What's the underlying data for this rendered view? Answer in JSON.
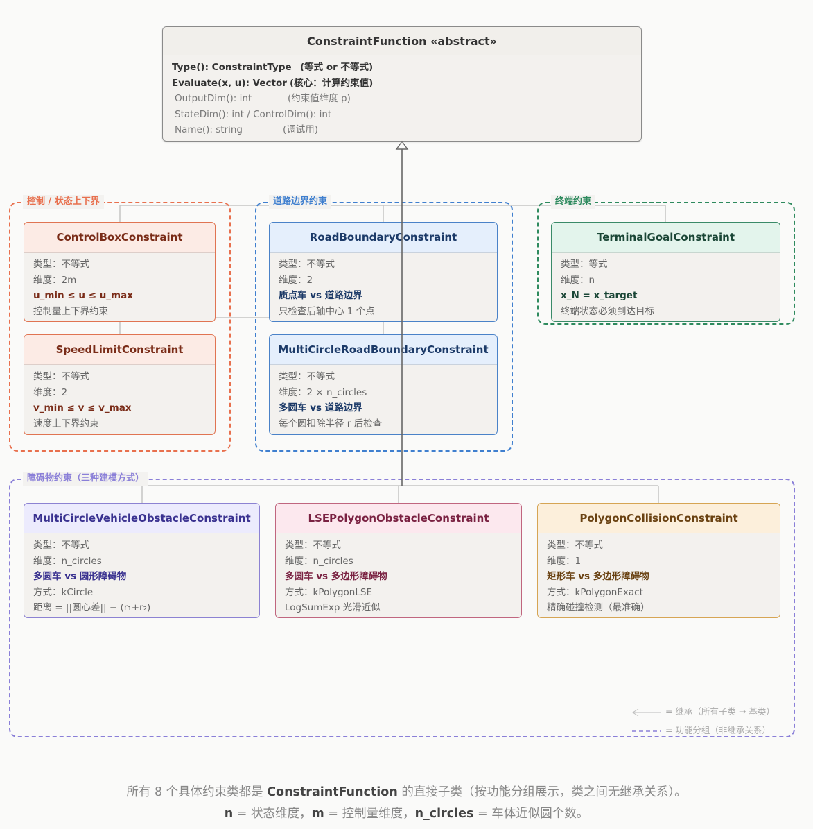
{
  "base": {
    "title": "ConstraintFunction  «abstract»",
    "rows": [
      {
        "sig": "Type(): ConstraintType",
        "note": "(等式 or 不等式)",
        "bold": true
      },
      {
        "sig": "Evaluate(x, u): Vector",
        "note": "(核心：计算约束值)",
        "bold": true
      },
      {
        "sig": "OutputDim(): int",
        "note": "(约束值维度 p)",
        "bold": false
      },
      {
        "sig": "StateDim(): int / ControlDim(): int",
        "note": "",
        "bold": false
      },
      {
        "sig": "Name(): string",
        "note": "(调试用)",
        "bold": false
      }
    ]
  },
  "groups": [
    {
      "id": "control",
      "label": "控制 / 状态上下界",
      "color": "#e8704e"
    },
    {
      "id": "road",
      "label": "道路边界约束",
      "color": "#3f7fcf"
    },
    {
      "id": "terminal",
      "label": "终端约束",
      "color": "#2e8a5e"
    },
    {
      "id": "obstacle",
      "label": "障碍物约束（三种建模方式）",
      "color": "#8a7fd8"
    }
  ],
  "classes": [
    {
      "id": "controlbox",
      "title": "ControlBoxConstraint",
      "theme": "orange",
      "rows": [
        {
          "t": "类型：不等式"
        },
        {
          "t": "维度：2m"
        },
        {
          "t": "u_min ≤ u ≤ u_max",
          "b": true
        },
        {
          "t": "控制量上下界约束"
        }
      ]
    },
    {
      "id": "speedlimit",
      "title": "SpeedLimitConstraint",
      "theme": "orange",
      "rows": [
        {
          "t": "类型：不等式"
        },
        {
          "t": "维度：2"
        },
        {
          "t": "v_min ≤ v ≤ v_max",
          "b": true
        },
        {
          "t": "速度上下界约束"
        }
      ]
    },
    {
      "id": "roadboundary",
      "title": "RoadBoundaryConstraint",
      "theme": "blue",
      "rows": [
        {
          "t": "类型：不等式"
        },
        {
          "t": "维度：2"
        },
        {
          "t": "质点车 vs 道路边界",
          "b": true
        },
        {
          "t": "只检查后轴中心 1 个点"
        }
      ]
    },
    {
      "id": "multicircleroad",
      "title": "MultiCircleRoadBoundaryConstraint",
      "theme": "blue",
      "rows": [
        {
          "t": "类型：不等式"
        },
        {
          "t": "维度：2 × n_circles"
        },
        {
          "t": "多圆车 vs 道路边界",
          "b": true
        },
        {
          "t": "每个圆扣除半径 r 后检查"
        }
      ]
    },
    {
      "id": "terminalgoal",
      "title": "TerminalGoalConstraint",
      "theme": "green",
      "rows": [
        {
          "t": "类型：等式"
        },
        {
          "t": "维度：n"
        },
        {
          "t": "x_N = x_target",
          "b": true
        },
        {
          "t": "终端状态必须到达目标"
        }
      ]
    },
    {
      "id": "multicircleobstacle",
      "title": "MultiCircleVehicleObstacleConstraint",
      "theme": "purple",
      "rows": [
        {
          "t": "类型：不等式"
        },
        {
          "t": "维度：n_circles"
        },
        {
          "t": "多圆车 vs 圆形障碍物",
          "b": true
        },
        {
          "t": "方式：kCircle"
        },
        {
          "t": "距离 = ||圆心差|| − (r₁+r₂)"
        }
      ]
    },
    {
      "id": "lsepolygon",
      "title": "LSEPolygonObstacleConstraint",
      "theme": "pink",
      "rows": [
        {
          "t": "类型：不等式"
        },
        {
          "t": "维度：n_circles"
        },
        {
          "t": "多圆车 vs 多边形障碍物",
          "b": true
        },
        {
          "t": "方式：kPolygonLSE"
        },
        {
          "t": "LogSumExp 光滑近似"
        }
      ]
    },
    {
      "id": "polygoncollision",
      "title": "PolygonCollisionConstraint",
      "theme": "yellow",
      "rows": [
        {
          "t": "类型：不等式"
        },
        {
          "t": "维度：1"
        },
        {
          "t": "矩形车 vs 多边形障碍物",
          "b": true
        },
        {
          "t": "方式：kPolygonExact"
        },
        {
          "t": "精确碰撞检测（最准确）"
        }
      ]
    }
  ],
  "themes": {
    "base": {
      "head": "#f1efeb",
      "border": "#8a8a8a",
      "title": "#333333"
    },
    "orange": {
      "head": "#fcebe5",
      "border": "#e07452",
      "title": "#7a2c18"
    },
    "blue": {
      "head": "#e5effc",
      "border": "#4a82c8",
      "title": "#1c3a68"
    },
    "green": {
      "head": "#e3f4ec",
      "border": "#3a8a68",
      "title": "#1a4636"
    },
    "purple": {
      "head": "#ecebfd",
      "border": "#8c82d2",
      "title": "#3a3290"
    },
    "pink": {
      "head": "#fce8ee",
      "border": "#c0667f",
      "title": "#7a2242"
    },
    "yellow": {
      "head": "#fcefdb",
      "border": "#d6a554",
      "title": "#6a4212"
    }
  },
  "legend": {
    "inherit": "= 继承（所有子类 → 基类）",
    "group": "= 功能分组（非继承关系）"
  },
  "caption": {
    "l1_a": "所有 8 个具体约束类都是 ",
    "l1_b": "ConstraintFunction",
    "l1_c": " 的直接子类（按功能分组展示，类之间无继承关系）。",
    "l2_a": "n",
    "l2_b": " = 状态维度，",
    "l2_c": "m",
    "l2_d": " = 控制量维度，",
    "l2_e": "n_circles",
    "l2_f": " = 车体近似圆个数。"
  }
}
